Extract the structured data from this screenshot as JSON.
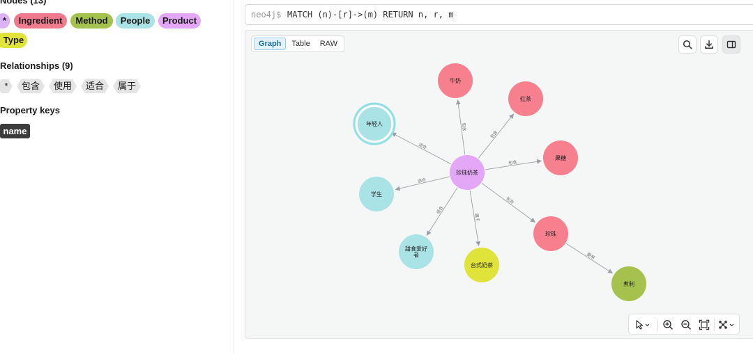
{
  "sidebar": {
    "nodes_title": "Nodes (13)",
    "node_labels": [
      {
        "label": "*",
        "color": "#dcb3f2"
      },
      {
        "label": "Ingredient",
        "color": "#f07b8e"
      },
      {
        "label": "Method",
        "color": "#a6c24e"
      },
      {
        "label": "People",
        "color": "#a9e3e5"
      },
      {
        "label": "Product",
        "color": "#e4a6f6"
      },
      {
        "label": "Type",
        "color": "#dfe33a"
      }
    ],
    "relationships_title": "Relationships (9)",
    "relationship_types": [
      "*",
      "包含",
      "使用",
      "适合",
      "属于"
    ],
    "property_keys_title": "Property keys",
    "property_keys": [
      "name"
    ]
  },
  "query": {
    "prompt": "neo4j$",
    "text": "MATCH (n)-[r]->(m) RETURN n, r, m"
  },
  "result": {
    "tabs": [
      "Graph",
      "Table",
      "RAW"
    ],
    "active_tab": "Graph",
    "actions": [
      "search-icon",
      "download-icon",
      "panel-toggle-icon"
    ]
  },
  "graph": {
    "nodes": [
      {
        "id": "center",
        "name": "珍珠奶茶",
        "type": "Product",
        "color": "#e4a6f6"
      },
      {
        "id": "milk",
        "name": "牛奶",
        "type": "Ingredient",
        "color": "#f7808e"
      },
      {
        "id": "blacktea",
        "name": "红茶",
        "type": "Ingredient",
        "color": "#f7808e"
      },
      {
        "id": "syrup",
        "name": "果糖",
        "type": "Ingredient",
        "color": "#f7808e"
      },
      {
        "id": "pearl",
        "name": "珍珠",
        "type": "Ingredient",
        "color": "#f7808e"
      },
      {
        "id": "boil",
        "name": "煮制",
        "type": "Method",
        "color": "#a6c24e"
      },
      {
        "id": "young",
        "name": "年轻人",
        "type": "People",
        "color": "#a9e3e5",
        "selected": true
      },
      {
        "id": "student",
        "name": "学生",
        "type": "People",
        "color": "#a9e3e5"
      },
      {
        "id": "sweet",
        "name": "甜食爱好者",
        "type": "People",
        "color": "#a9e3e5"
      },
      {
        "id": "taiwan",
        "name": "台式奶茶",
        "type": "Type",
        "color": "#dfe33a"
      }
    ],
    "edges": [
      {
        "from": "center",
        "to": "milk",
        "label": "包含"
      },
      {
        "from": "center",
        "to": "blacktea",
        "label": "包含"
      },
      {
        "from": "center",
        "to": "syrup",
        "label": "包含"
      },
      {
        "from": "center",
        "to": "pearl",
        "label": "包含"
      },
      {
        "from": "pearl",
        "to": "boil",
        "label": "使用"
      },
      {
        "from": "center",
        "to": "young",
        "label": "适合"
      },
      {
        "from": "center",
        "to": "student",
        "label": "适合"
      },
      {
        "from": "center",
        "to": "sweet",
        "label": "适合"
      },
      {
        "from": "center",
        "to": "taiwan",
        "label": "属于"
      }
    ]
  },
  "toolbar": [
    "select-icon",
    "zoom-in-icon",
    "zoom-out-icon",
    "fit-icon",
    "layout-icon"
  ]
}
